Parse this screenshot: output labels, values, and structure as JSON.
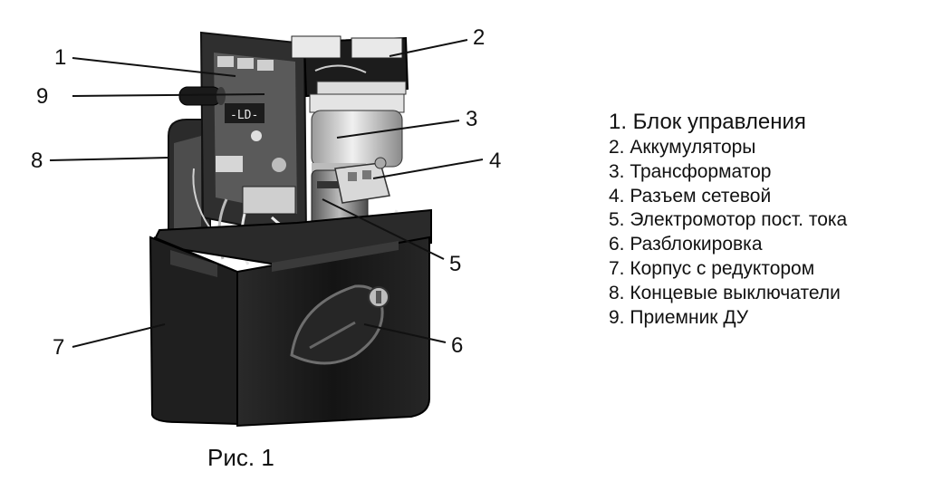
{
  "callouts": [
    {
      "num": "1",
      "legend_text": "1. Блок управления"
    },
    {
      "num": "2",
      "legend_text": "2. Аккумуляторы"
    },
    {
      "num": "3",
      "legend_text": "3. Трансформатор"
    },
    {
      "num": "4",
      "legend_text": "4. Разъем сетевой"
    },
    {
      "num": "5",
      "legend_text": "5. Электромотор пост. тока"
    },
    {
      "num": "6",
      "legend_text": "6. Разблокировка"
    },
    {
      "num": "7",
      "legend_text": "7. Корпус с редуктором"
    },
    {
      "num": "8",
      "legend_text": "8. Концевые выключатели"
    },
    {
      "num": "9",
      "legend_text": "9. Приемник ДУ"
    }
  ],
  "caption": "Рис. 1",
  "colors": {
    "housing": "#1b1b1b",
    "board": "#3a3a3a",
    "transformer": "#d7d7d7",
    "leader": "#111111"
  }
}
